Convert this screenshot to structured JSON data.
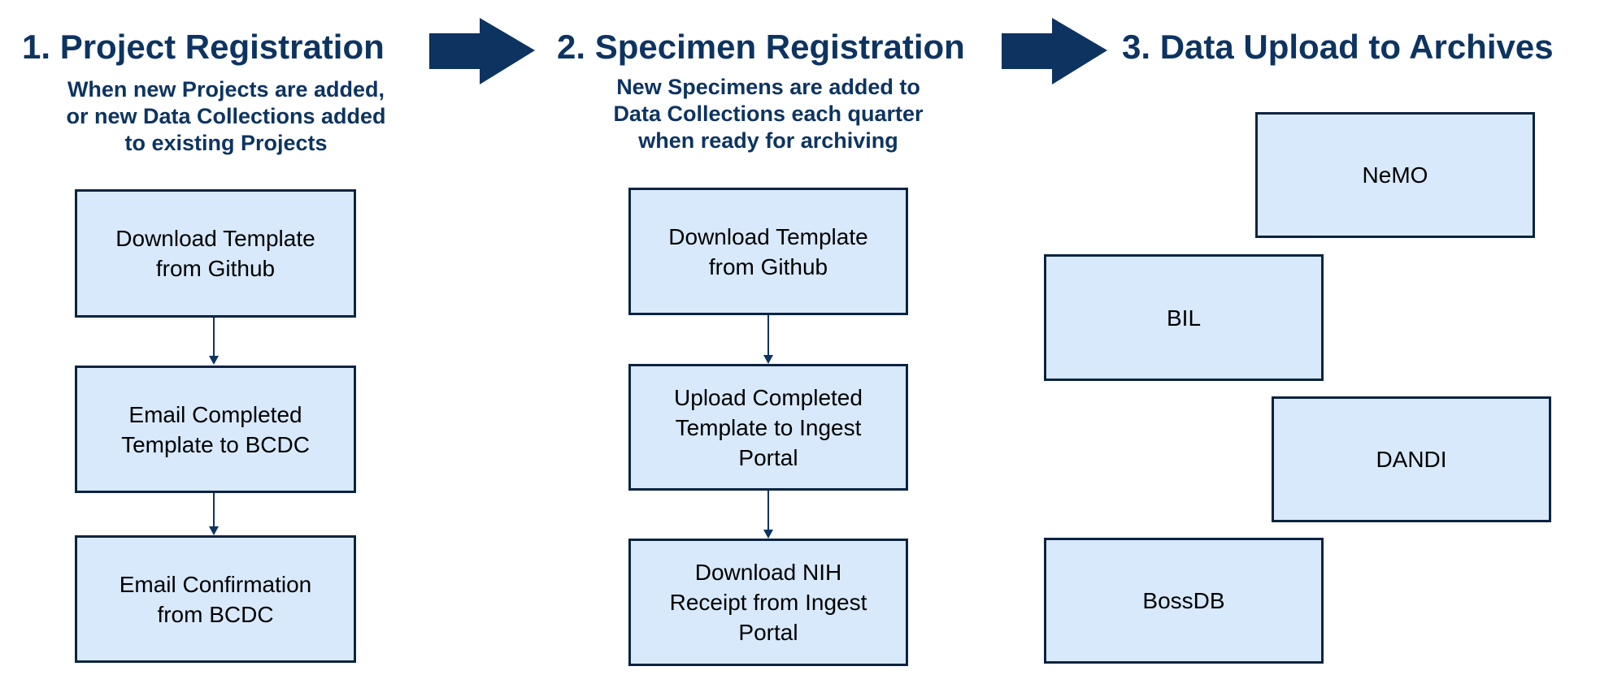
{
  "colors": {
    "heading": "#0d3461",
    "arrow": "#0d3461",
    "box_fill": "#d8e9fb",
    "box_border": "#0a2440",
    "connector": "#0d3461"
  },
  "steps": [
    {
      "title": "1. Project Registration",
      "subtitle": "When new Projects are added,\nor new Data Collections added\nto existing Projects",
      "boxes": [
        "Download Template\nfrom Github",
        "Email Completed\nTemplate to BCDC",
        "Email Confirmation\nfrom BCDC"
      ]
    },
    {
      "title": "2. Specimen Registration",
      "subtitle": "New Specimens are added to\nData Collections each quarter\nwhen ready for archiving",
      "boxes": [
        "Download Template\nfrom Github",
        "Upload Completed\nTemplate to Ingest\nPortal",
        "Download NIH\nReceipt from Ingest\nPortal"
      ]
    },
    {
      "title": "3. Data Upload to Archives",
      "archives": [
        "NeMO",
        "BIL",
        "DANDI",
        "BossDB"
      ]
    }
  ]
}
